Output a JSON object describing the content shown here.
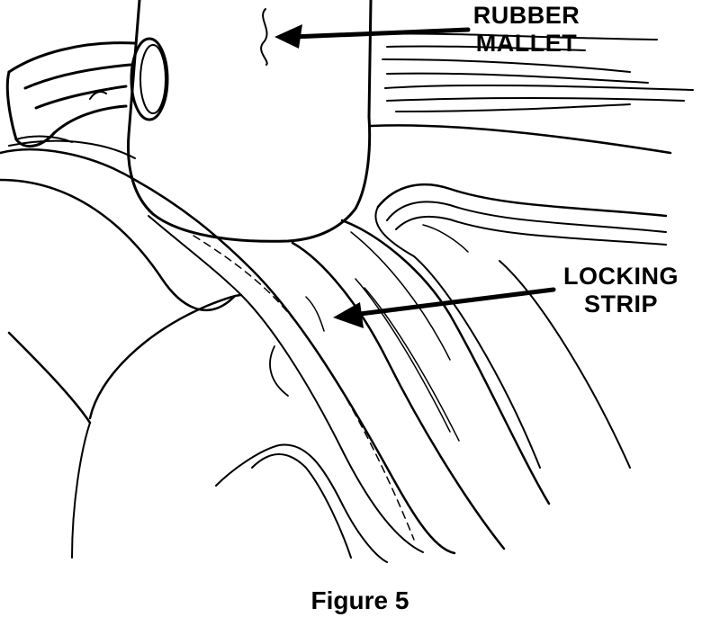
{
  "figure": {
    "caption": "Figure 5",
    "callouts": {
      "rubber_mallet": [
        "RUBBER",
        "MALLET"
      ],
      "locking_strip": [
        "LOCKING",
        "STRIP"
      ]
    }
  }
}
